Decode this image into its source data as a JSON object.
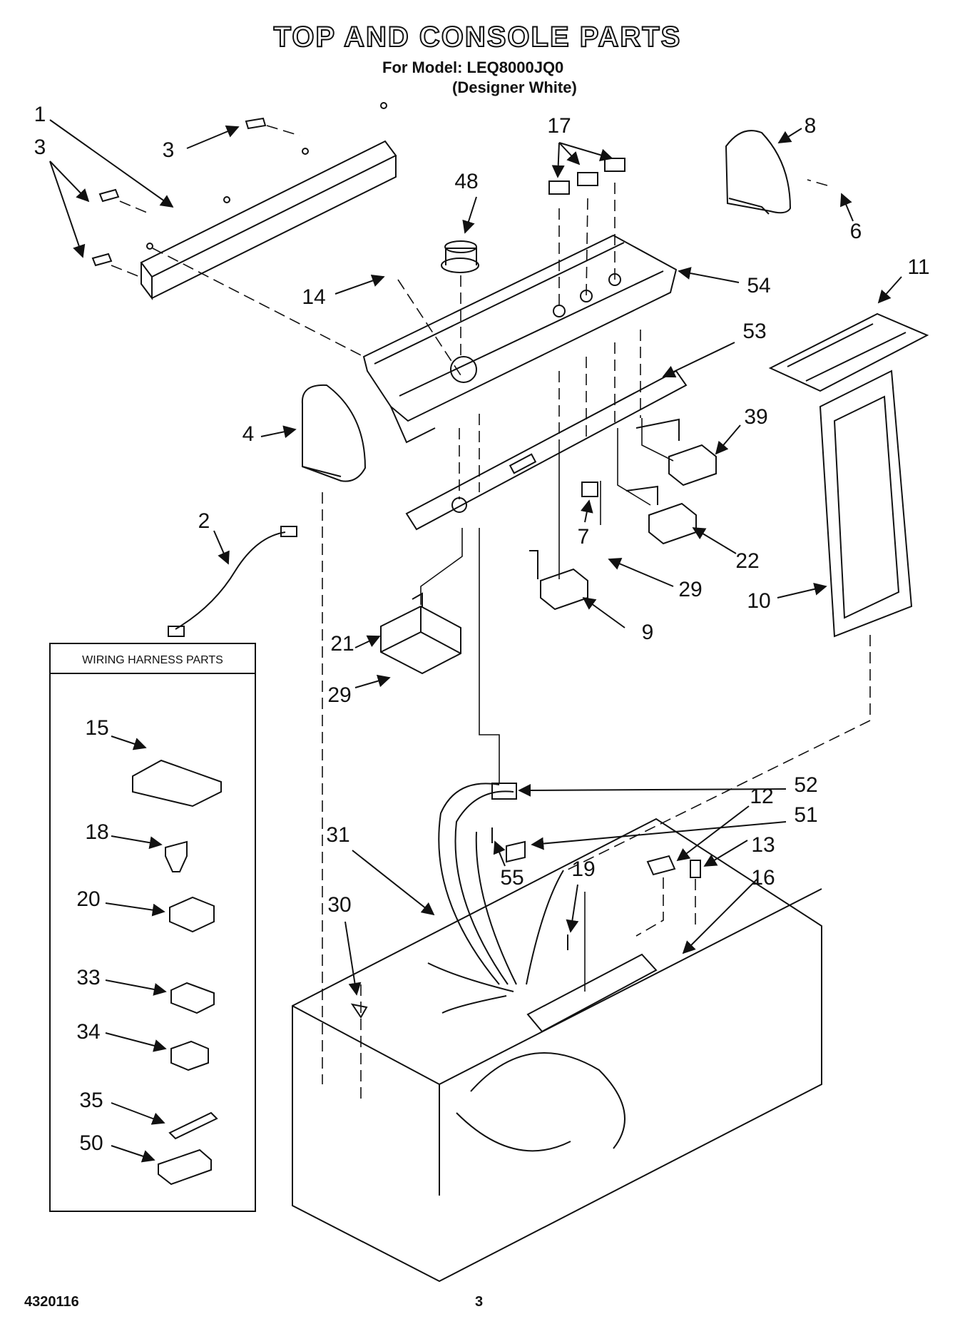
{
  "header": {
    "title": "TOP AND CONSOLE PARTS",
    "model_line": "For Model: LEQ8000JQ0",
    "color_line": "(Designer White)"
  },
  "harness_box": {
    "title": "WIRING HARNESS PARTS"
  },
  "callouts": {
    "c1": "1",
    "c3a": "3",
    "c3b": "3",
    "c2": "2",
    "c4": "4",
    "c14": "14",
    "c48": "48",
    "c17": "17",
    "c8": "8",
    "c6": "6",
    "c54": "54",
    "c53": "53",
    "c11": "11",
    "c39": "39",
    "c7": "7",
    "c22": "22",
    "c29a": "29",
    "c29b": "29",
    "c9": "9",
    "c10": "10",
    "c21": "21",
    "c52": "52",
    "c51": "51",
    "c31": "31",
    "c55": "55",
    "c12": "12",
    "c13": "13",
    "c19": "19",
    "c16": "16",
    "c30": "30",
    "c15": "15",
    "c18": "18",
    "c20": "20",
    "c33": "33",
    "c34": "34",
    "c35": "35",
    "c50": "50"
  },
  "footer": {
    "doc_number": "4320116",
    "page_number": "3"
  }
}
